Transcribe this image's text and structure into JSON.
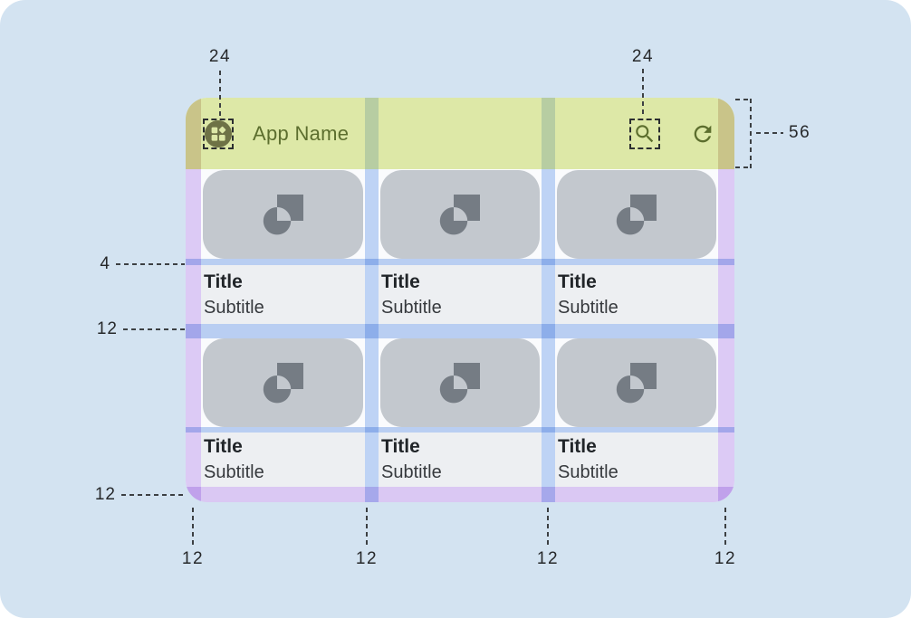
{
  "colors": {
    "canvas-bg": "#d3e3f1",
    "mockup-base": "#fafbfd",
    "appbar-green": "#dde8a7",
    "margin-purple": "#dccaf5",
    "gutter-blue": "#bed3f5",
    "strip-blue": "#bdd2f4",
    "bottom-margin-purple": "#dfcbf5",
    "margin-on-appbar": "#c9c489",
    "gutter-on-appbar": "#b7cda2",
    "card-gray": "#c3c8ce",
    "icon-gray": "#757c84",
    "textarea-gray": "#edeff2",
    "olive-text": "#5c6e2e",
    "title-text": "#212529",
    "subtitle-text": "#36393d",
    "annotation": "#26282a"
  },
  "appbar": {
    "title": "App Name",
    "leading_icon": "grid-apps-icon",
    "action_icons": [
      "search-icon",
      "refresh-icon"
    ]
  },
  "cards": [
    {
      "title": "Title",
      "subtitle": "Subtitle"
    },
    {
      "title": "Title",
      "subtitle": "Subtitle"
    },
    {
      "title": "Title",
      "subtitle": "Subtitle"
    },
    {
      "title": "Title",
      "subtitle": "Subtitle"
    },
    {
      "title": "Title",
      "subtitle": "Subtitle"
    },
    {
      "title": "Title",
      "subtitle": "Subtitle"
    }
  ],
  "measurements": {
    "leading_icon_size": "24",
    "action_icon_size": "24",
    "appbar_height": "56",
    "image_text_gap": "4",
    "row_gutter": "12",
    "bottom_margin": "12",
    "column_labels": [
      "12",
      "12",
      "12",
      "12"
    ]
  }
}
